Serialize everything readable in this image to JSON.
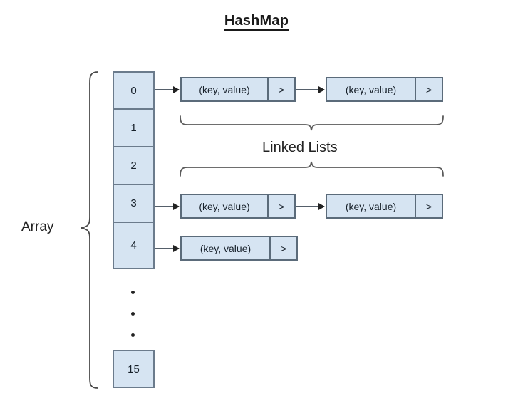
{
  "title": "HashMap",
  "labels": {
    "array": "Array",
    "linked_lists": "Linked Lists"
  },
  "array": {
    "name": "hash-bucket-array",
    "visible_indices": [
      "0",
      "1",
      "2",
      "3",
      "4",
      "15"
    ],
    "ellipsis_dots": 3,
    "cells": [
      {
        "index": "0",
        "has_list": true
      },
      {
        "index": "1",
        "has_list": false
      },
      {
        "index": "2",
        "has_list": false
      },
      {
        "index": "3",
        "has_list": true
      },
      {
        "index": "4",
        "has_list": true
      },
      {
        "index": "15",
        "has_list": false
      }
    ]
  },
  "node": {
    "kv_label": "(key, value)",
    "pointer_label": ">"
  },
  "lists": [
    {
      "bucket": "0",
      "nodes": [
        {
          "kv": "(key, value)",
          "ptr": ">"
        },
        {
          "kv": "(key, value)",
          "ptr": ">"
        }
      ]
    },
    {
      "bucket": "3",
      "nodes": [
        {
          "kv": "(key, value)",
          "ptr": ">"
        },
        {
          "kv": "(key, value)",
          "ptr": ">"
        }
      ]
    },
    {
      "bucket": "4",
      "nodes": [
        {
          "kv": "(key, value)",
          "ptr": ">"
        }
      ]
    }
  ],
  "colors": {
    "cell_fill": "#d6e4f2",
    "cell_border": "#6b7b8c",
    "node_fill": "#d6e4f2",
    "node_border": "#5b6b7a",
    "arrow": "#555f6a",
    "text": "#17202a",
    "brace": "#4a4a4a"
  }
}
